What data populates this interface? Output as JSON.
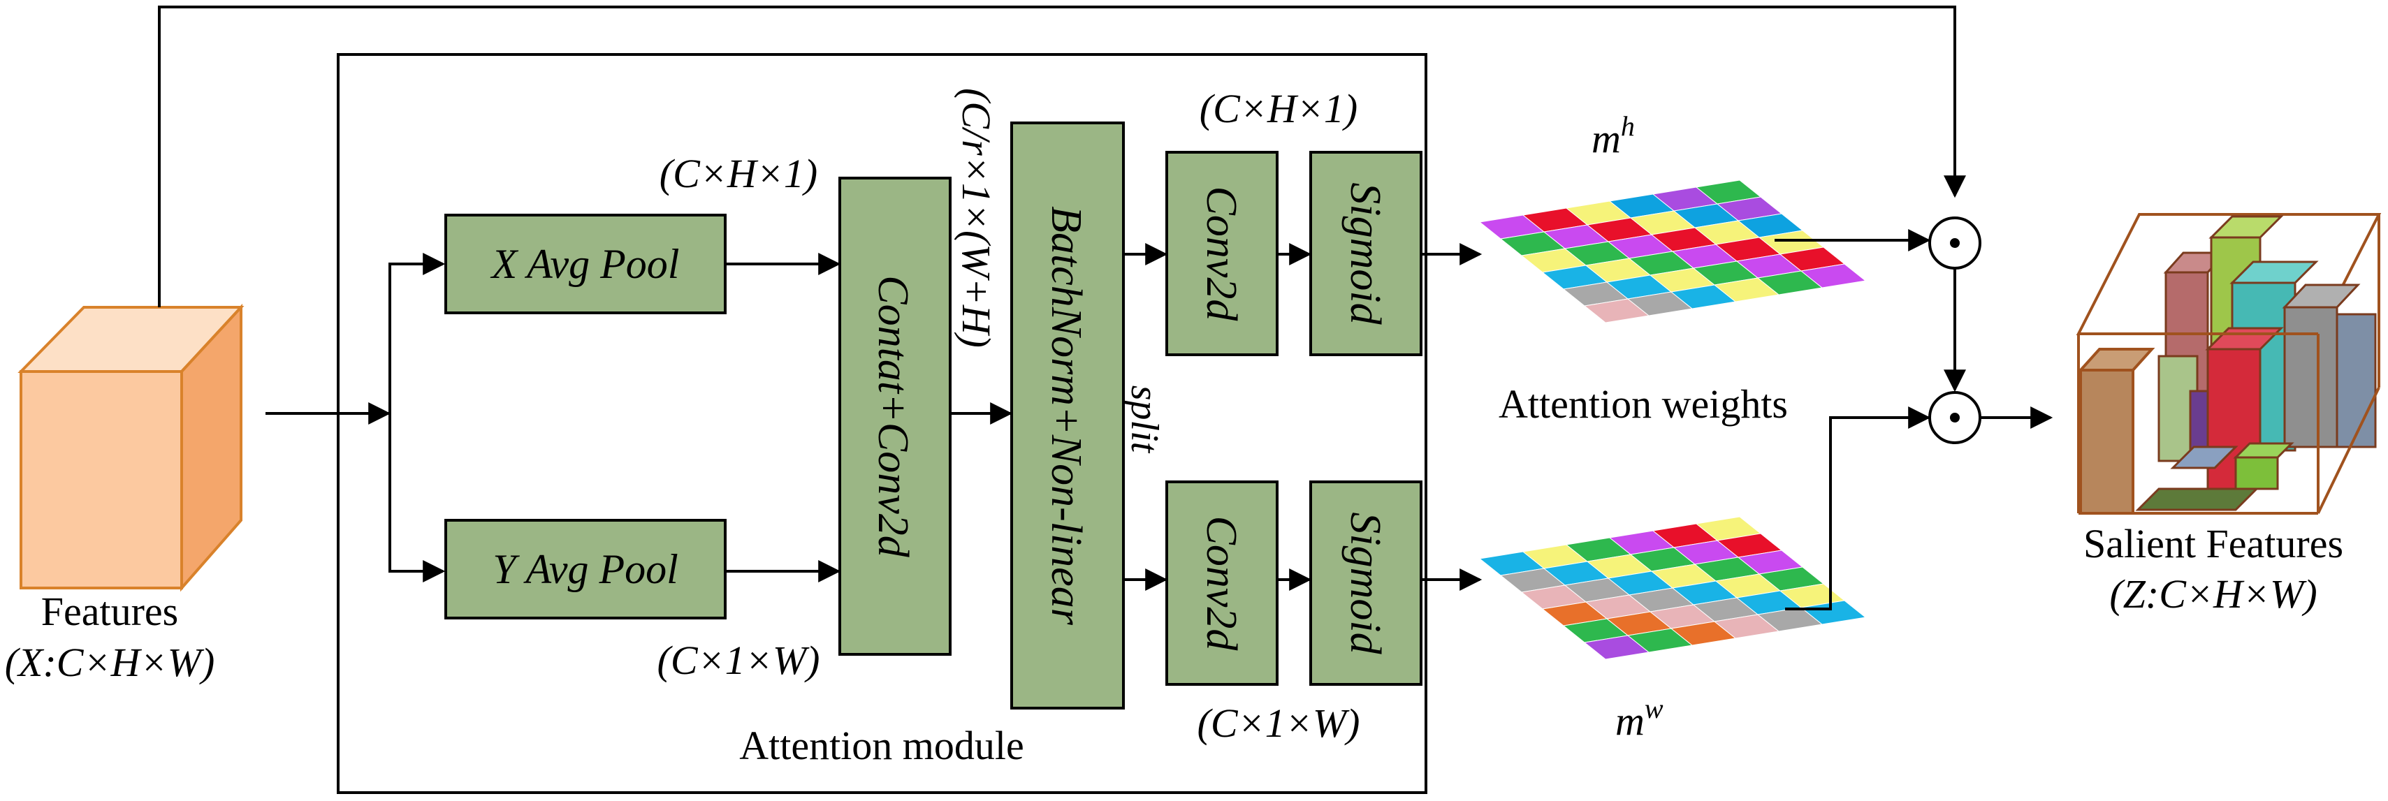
{
  "diagram": {
    "input_label": "Features",
    "input_shape": "(X:C×H×W)",
    "module_label": "Attention module",
    "x_pool": "X Avg Pool",
    "y_pool": "Y Avg Pool",
    "x_pool_shape": "(C×H×1)",
    "y_pool_shape": "(C×1×W)",
    "concat_conv": "Contat+Conv2d",
    "concat_shape": "(C/r×1×(W+H)",
    "bn_block": "BatchNorm+Non-linear",
    "split_label": "split",
    "conv_top": "Conv2d",
    "conv_bottom": "Conv2d",
    "sigmoid_top": "Sigmoid",
    "sigmoid_bottom": "Sigmoid",
    "top_branch_shape": "(C×H×1)",
    "bottom_branch_shape": "(C×1×W)",
    "weights_label": "Attention weights",
    "mh_base": "m",
    "mh_sup": "h",
    "mw_base": "m",
    "mw_sup": "w",
    "output_label": "Salient Features",
    "output_shape": "(Z:C×H×W)",
    "multiply_symbol": "⊙",
    "colors": {
      "block_fill": "#9bb685",
      "block_stroke": "#000000",
      "cube_front": "#fcc9a0",
      "cube_side": "#f4a66b",
      "cube_stroke": "#d9822b",
      "output_frame": "#a0521e"
    }
  }
}
